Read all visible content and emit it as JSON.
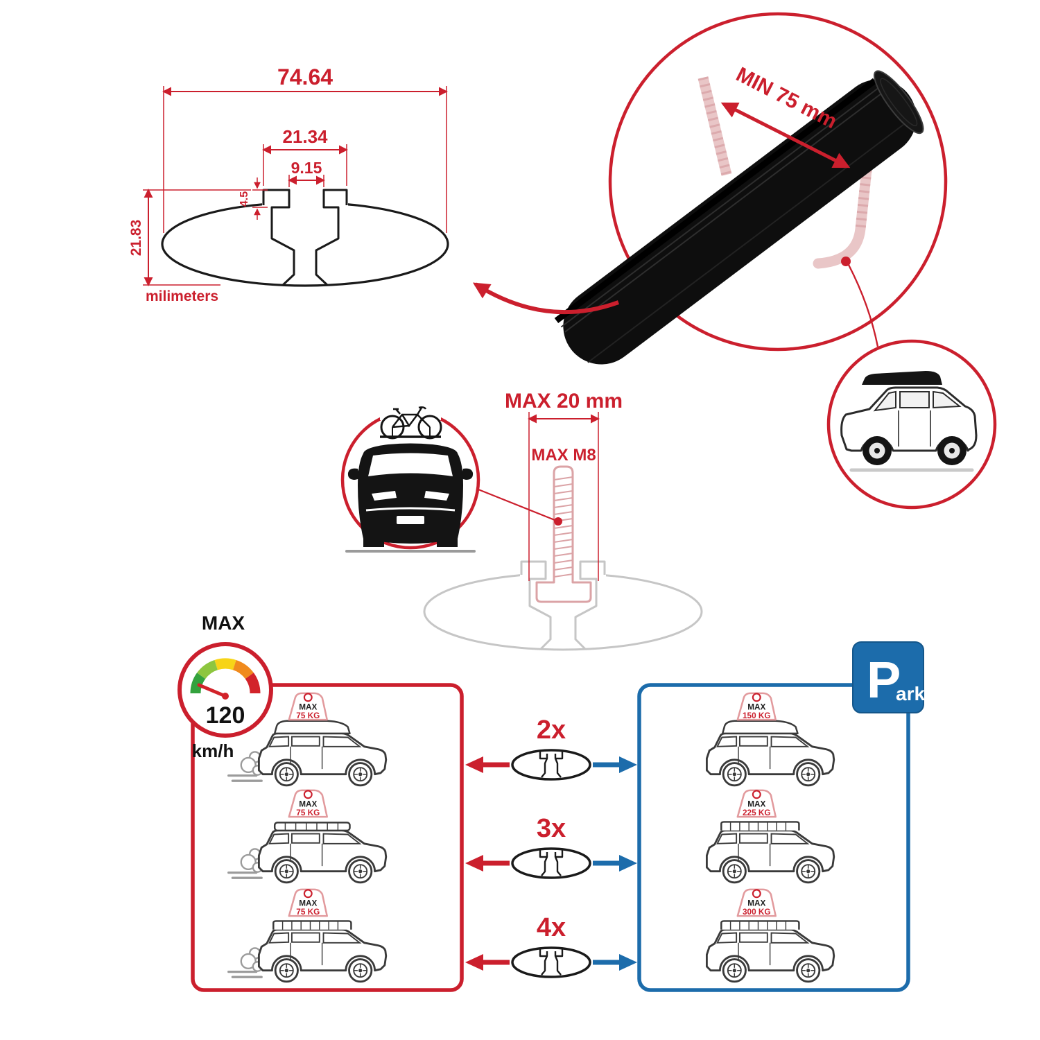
{
  "colors": {
    "red": "#cb1f2d",
    "blue": "#1c6cab",
    "ghost_pink": "#e9c6c7",
    "ghost_gray": "#c6c6c6",
    "ink": "#1a1a1a",
    "gauge_segments": [
      "#33a23d",
      "#8dc63f",
      "#f7d417",
      "#f08a1d",
      "#d2232a"
    ]
  },
  "technical_drawing": {
    "dim_total_width": "74.64",
    "dim_channel_width": "21.34",
    "dim_slot_width": "9.15",
    "dim_lip_depth": "4.5",
    "dim_height": "21.83",
    "units_label": "milimeters"
  },
  "crossbar_zoom": {
    "min_span_label": "MIN 75 mm"
  },
  "bolt_diagram": {
    "max_width_label": "MAX 20 mm",
    "max_thread_label": "MAX M8"
  },
  "speed_gauge": {
    "title": "MAX",
    "value": "120",
    "units": "km/h"
  },
  "park_sign": {
    "letter": "P",
    "suffix": "ark"
  },
  "comparison": {
    "rows": [
      {
        "multiplier": "2x",
        "left_tag": {
          "title": "MAX",
          "value": "75 KG"
        },
        "right_tag": {
          "title": "MAX",
          "value": "150 KG"
        }
      },
      {
        "multiplier": "3x",
        "left_tag": {
          "title": "MAX",
          "value": "75 KG"
        },
        "right_tag": {
          "title": "MAX",
          "value": "225 KG"
        }
      },
      {
        "multiplier": "4x",
        "left_tag": {
          "title": "MAX",
          "value": "75 KG"
        },
        "right_tag": {
          "title": "MAX",
          "value": "300 KG"
        }
      }
    ]
  }
}
